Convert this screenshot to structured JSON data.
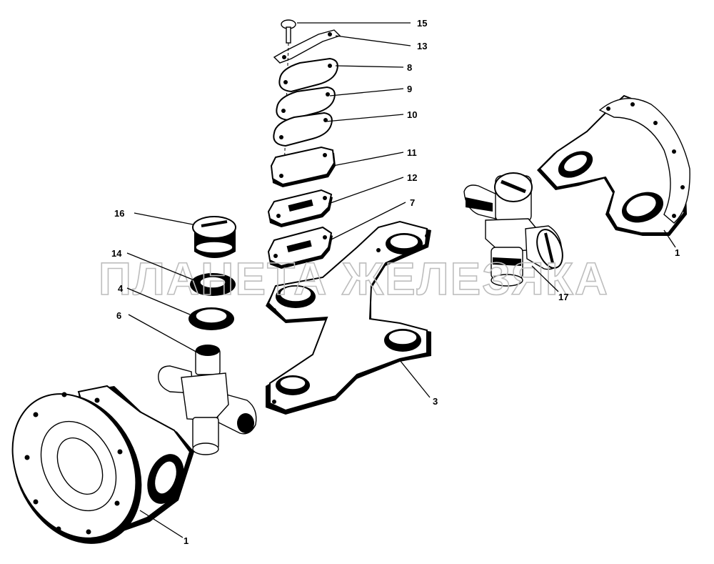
{
  "watermark": "ПЛАНЕТА ЖЕЛЕЗЯКА",
  "callouts": {
    "c15": "15",
    "c13": "13",
    "c8": "8",
    "c9": "9",
    "c10": "10",
    "c11": "11",
    "c12": "12",
    "c7": "7",
    "c16": "16",
    "c14": "14",
    "c4": "4",
    "c6": "6",
    "c3": "3",
    "c17": "17",
    "c1_right": "1",
    "c1_left": "1"
  }
}
